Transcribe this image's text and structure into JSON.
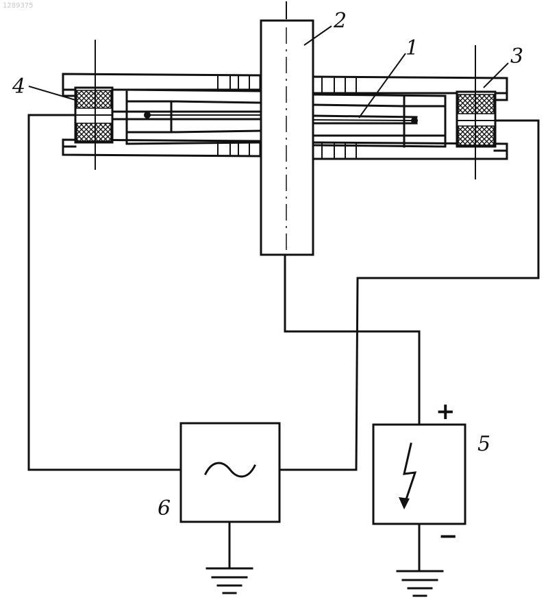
{
  "watermark": "1289375",
  "labels": {
    "rod": "1",
    "shaft": "2",
    "coil_right": "3",
    "coil_left": "4",
    "dc_source": "5",
    "ac_source": "6"
  },
  "polarity": {
    "plus": "+",
    "minus": "−"
  },
  "icons": {
    "ac_symbol": "tilde-icon",
    "dc_symbol": "lightning-arrow-icon",
    "ground": "ground-icon",
    "coil_hatch": "crosshatch-pattern"
  },
  "colors": {
    "ink": "#111111",
    "paper": "#ffffff"
  }
}
